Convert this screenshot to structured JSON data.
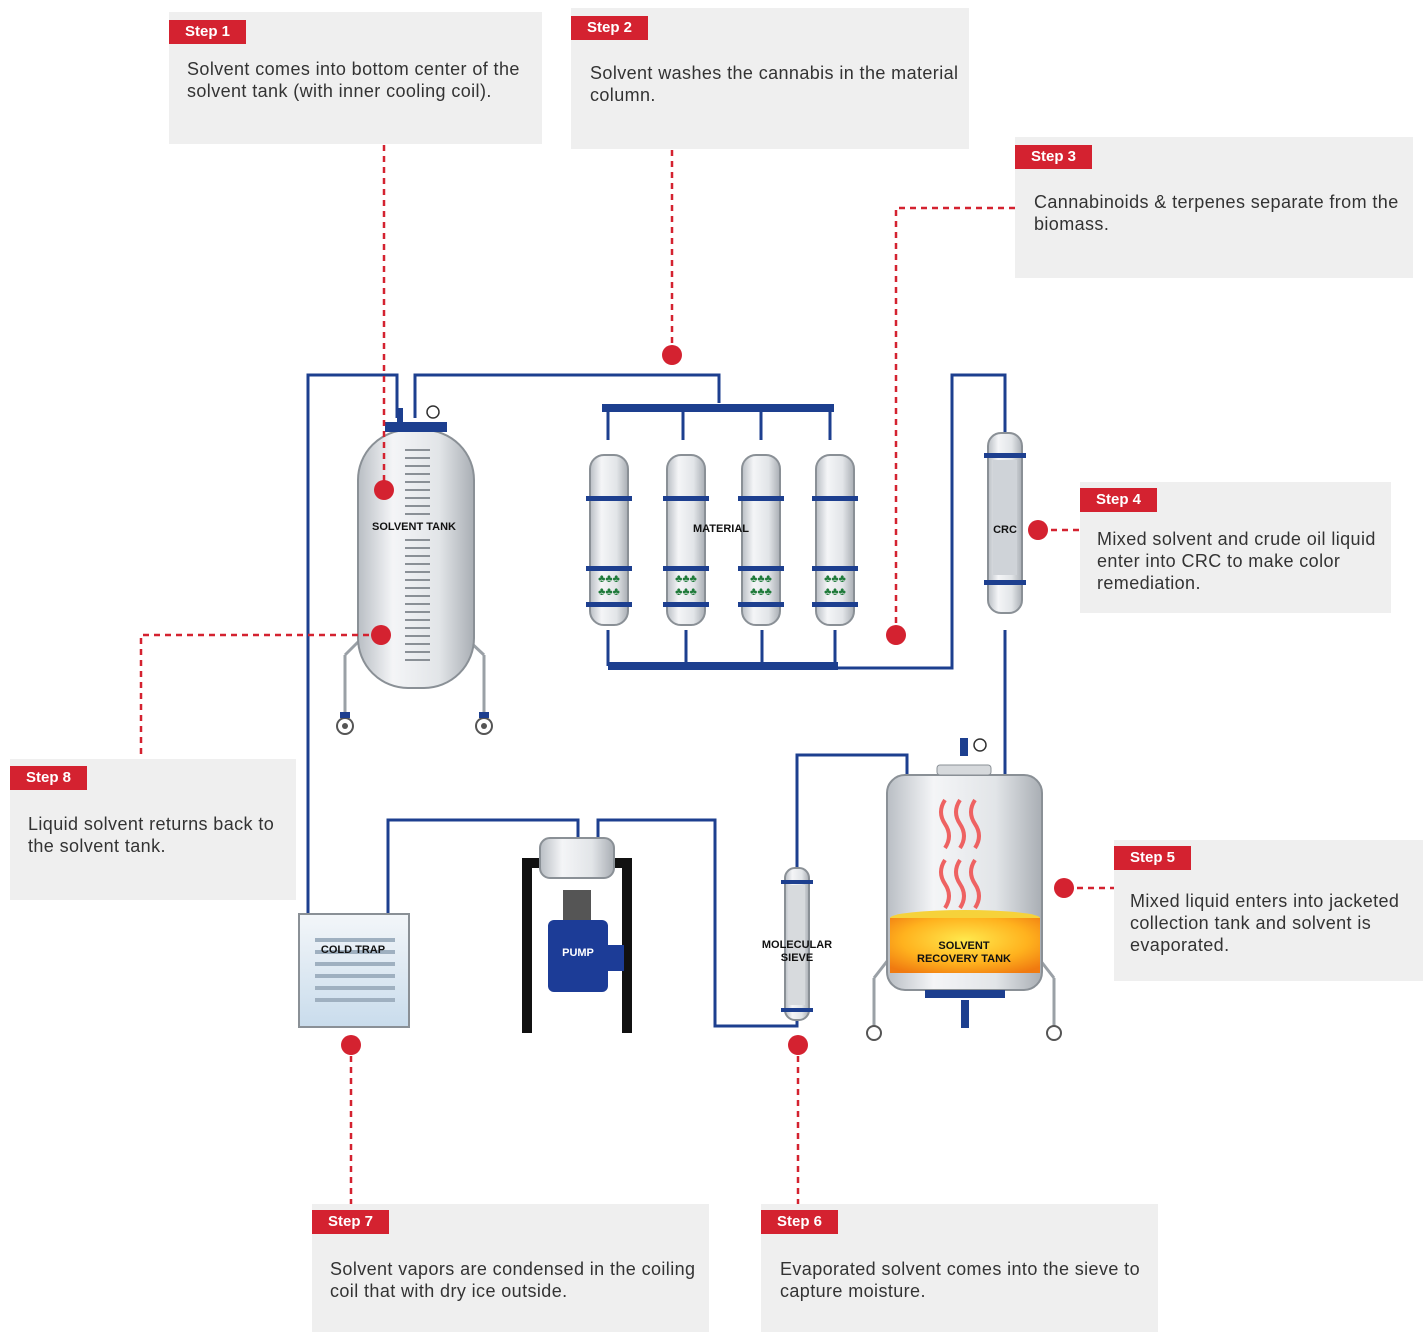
{
  "colors": {
    "accent_red": "#d42230",
    "pipe_blue": "#1d3f8f",
    "panel_bg": "#efefef",
    "text": "#333333"
  },
  "equipment": {
    "solvent_tank": "SOLVENT TANK",
    "material": "MATERIAL",
    "crc": "CRC",
    "cold_trap": "COLD TRAP",
    "pump": "PUMP",
    "molecular_sieve_line1": "MOLECULAR",
    "molecular_sieve_line2": "SIEVE",
    "recovery_tank_line1": "SOLVENT",
    "recovery_tank_line2": "RECOVERY TANK"
  },
  "steps": [
    {
      "label": "Step 1",
      "text": "Solvent comes into bottom center of the solvent tank (with inner cooling coil)."
    },
    {
      "label": "Step 2",
      "text": "Solvent washes the cannabis in the material column."
    },
    {
      "label": "Step 3",
      "text": "Cannabinoids & terpenes separate from the biomass."
    },
    {
      "label": "Step 4",
      "text": "Mixed solvent and crude oil liquid enter into CRC to make color remediation."
    },
    {
      "label": "Step 5",
      "text": "Mixed liquid enters into jacketed collection tank and solvent is evaporated."
    },
    {
      "label": "Step 6",
      "text": "Evaporated solvent comes into the sieve to capture moisture."
    },
    {
      "label": "Step 7",
      "text": "Solvent vapors are condensed in the coiling coil that with dry ice outside."
    },
    {
      "label": "Step 8",
      "text": "Liquid solvent returns back to the solvent tank."
    }
  ]
}
